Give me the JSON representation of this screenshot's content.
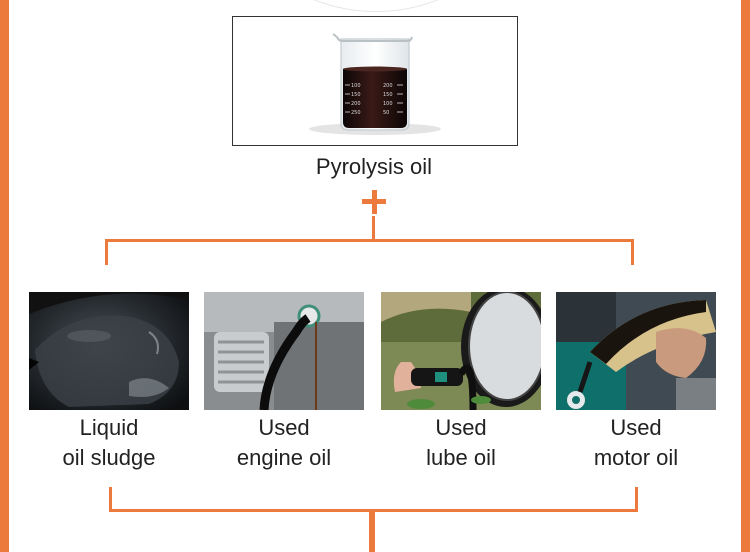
{
  "hero": {
    "caption": "Pyrolysis oil",
    "image": "beaker-of-dark-oil"
  },
  "beaker_marks": [
    "100",
    "150",
    "200",
    "250",
    "200",
    "150",
    "100",
    "50"
  ],
  "operator": "plus",
  "sources": [
    {
      "line1": "Liquid",
      "line2": "oil sludge",
      "image": "oil-sludge-photo"
    },
    {
      "line1": "Used",
      "line2": "engine oil",
      "image": "engine-oil-pour-photo"
    },
    {
      "line1": "Used",
      "line2": "lube oil",
      "image": "lube-oil-pour-photo"
    },
    {
      "line1": "Used",
      "line2": "motor oil",
      "image": "motor-oil-pour-photo"
    }
  ],
  "colors": {
    "accent": "#ec7a3d",
    "oil": "#1d0f0f",
    "text": "#222222"
  }
}
